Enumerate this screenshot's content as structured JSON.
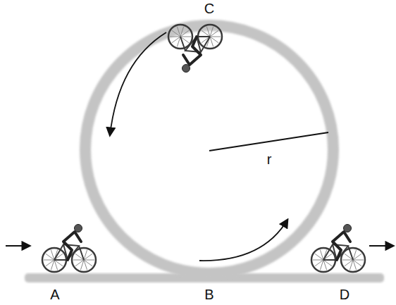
{
  "diagram": {
    "labels": [
      "C",
      "r",
      "A",
      "B",
      "D"
    ]
  }
}
